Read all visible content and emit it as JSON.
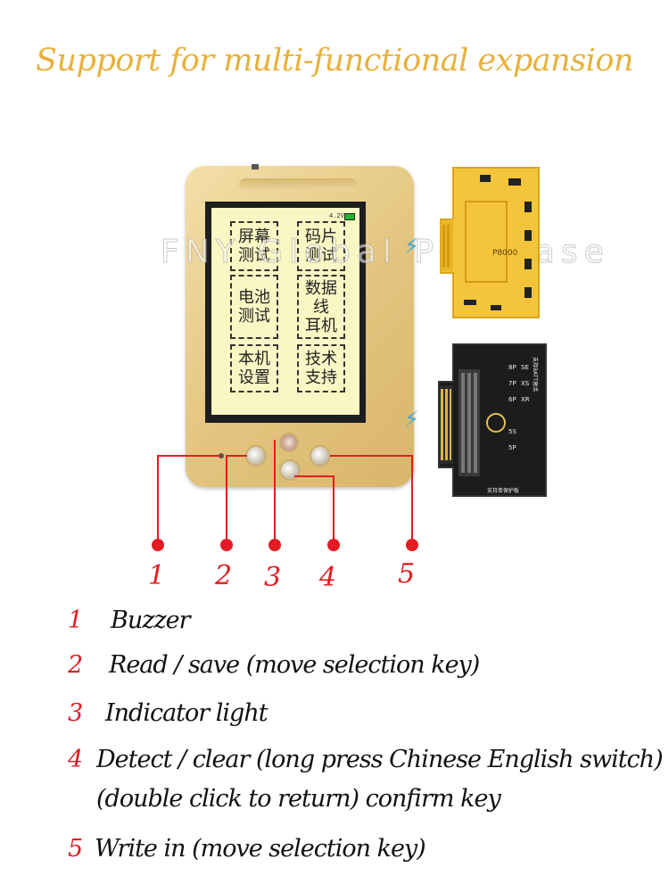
{
  "title": "Support for multi-functional expansion",
  "watermark": "FNY Global Purchase",
  "screen": {
    "battery": "4.2V",
    "menu": [
      "屏幕\n测试",
      "码片\n测试",
      "电池\n测试",
      "数据\n线\n耳机",
      "本机\n设置",
      "技术\n支持"
    ]
  },
  "board_yellow_label": "P8000",
  "board_black_text": [
    "支持BATT激活",
    "8P",
    "7P",
    "6P",
    "5S",
    "5P",
    "SE",
    "XS",
    "XR",
    "支持单保护板"
  ],
  "callout_numbers": [
    "1",
    "2",
    "3",
    "4",
    "5"
  ],
  "legend": [
    {
      "num": "1",
      "text": "Buzzer"
    },
    {
      "num": "2",
      "text": "Read / save (move selection key)"
    },
    {
      "num": "3",
      "text": "Indicator light"
    },
    {
      "num": "4",
      "text": "Detect / clear (long press Chinese English switch)",
      "text2": "(double click to return) confirm key"
    },
    {
      "num": "5",
      "text": "Write in (move selection key)"
    }
  ],
  "colors": {
    "title": "#e8b13a",
    "accent_red": "#e31c23",
    "device_gold": "#e3c47e",
    "screen": "#fbf7c4"
  }
}
